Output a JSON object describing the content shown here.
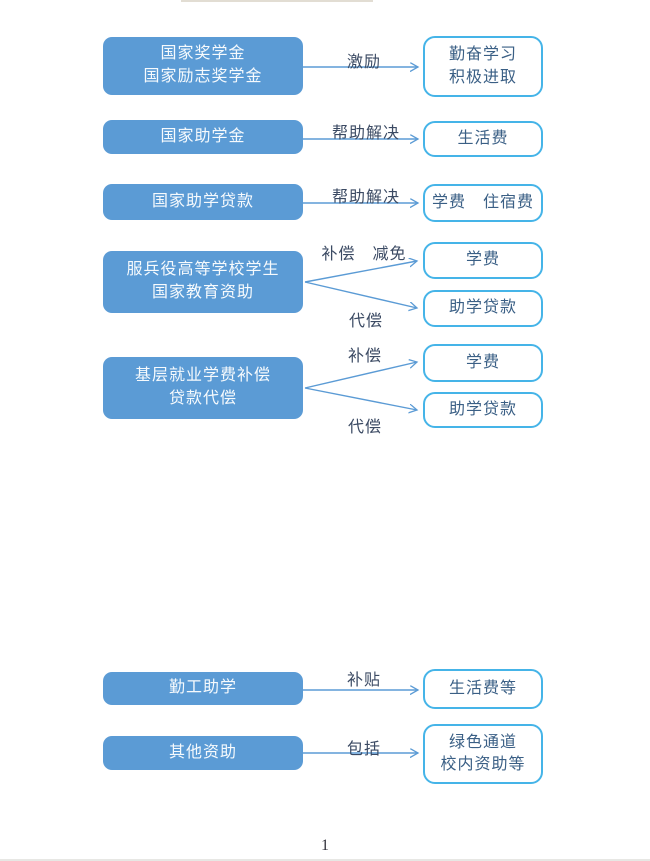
{
  "page": {
    "number": "1"
  },
  "colors": {
    "box_fill": "#5b9bd5",
    "box_text": "#f6fafd",
    "outline": "#45b4e8",
    "target_text": "#3a5f85",
    "arrow": "#5b9bd5",
    "label_text": "#3b4a63"
  },
  "rows": [
    {
      "source": {
        "lines": [
          "国家奖学金",
          "国家励志奖学金"
        ]
      },
      "arrows": [
        {
          "label": "激励",
          "target": {
            "lines": [
              "勤奋学习",
              "积极进取"
            ]
          }
        }
      ]
    },
    {
      "source": {
        "lines": [
          "国家助学金"
        ]
      },
      "arrows": [
        {
          "label": "帮助解决",
          "target": {
            "lines": [
              "生活费"
            ]
          }
        }
      ]
    },
    {
      "source": {
        "lines": [
          "国家助学贷款"
        ]
      },
      "arrows": [
        {
          "label": "帮助解决",
          "target": {
            "lines": [
              "学费　住宿费"
            ]
          }
        }
      ]
    },
    {
      "source": {
        "lines": [
          "服兵役高等学校学生",
          "国家教育资助"
        ]
      },
      "arrows": [
        {
          "label": "补偿　减免",
          "target": {
            "lines": [
              "学费"
            ]
          }
        },
        {
          "label": "代偿",
          "target": {
            "lines": [
              "助学贷款"
            ]
          }
        }
      ]
    },
    {
      "source": {
        "lines": [
          "基层就业学费补偿",
          "贷款代偿"
        ]
      },
      "arrows": [
        {
          "label": "补偿",
          "target": {
            "lines": [
              "学费"
            ]
          }
        },
        {
          "label": "代偿",
          "target": {
            "lines": [
              "助学贷款"
            ]
          }
        }
      ]
    },
    {
      "source": {
        "lines": [
          "勤工助学"
        ]
      },
      "arrows": [
        {
          "label": "补贴",
          "target": {
            "lines": [
              "生活费等"
            ]
          }
        }
      ]
    },
    {
      "source": {
        "lines": [
          "其他资助"
        ]
      },
      "arrows": [
        {
          "label": "包括",
          "target": {
            "lines": [
              "绿色通道",
              "校内资助等"
            ]
          }
        }
      ]
    }
  ]
}
